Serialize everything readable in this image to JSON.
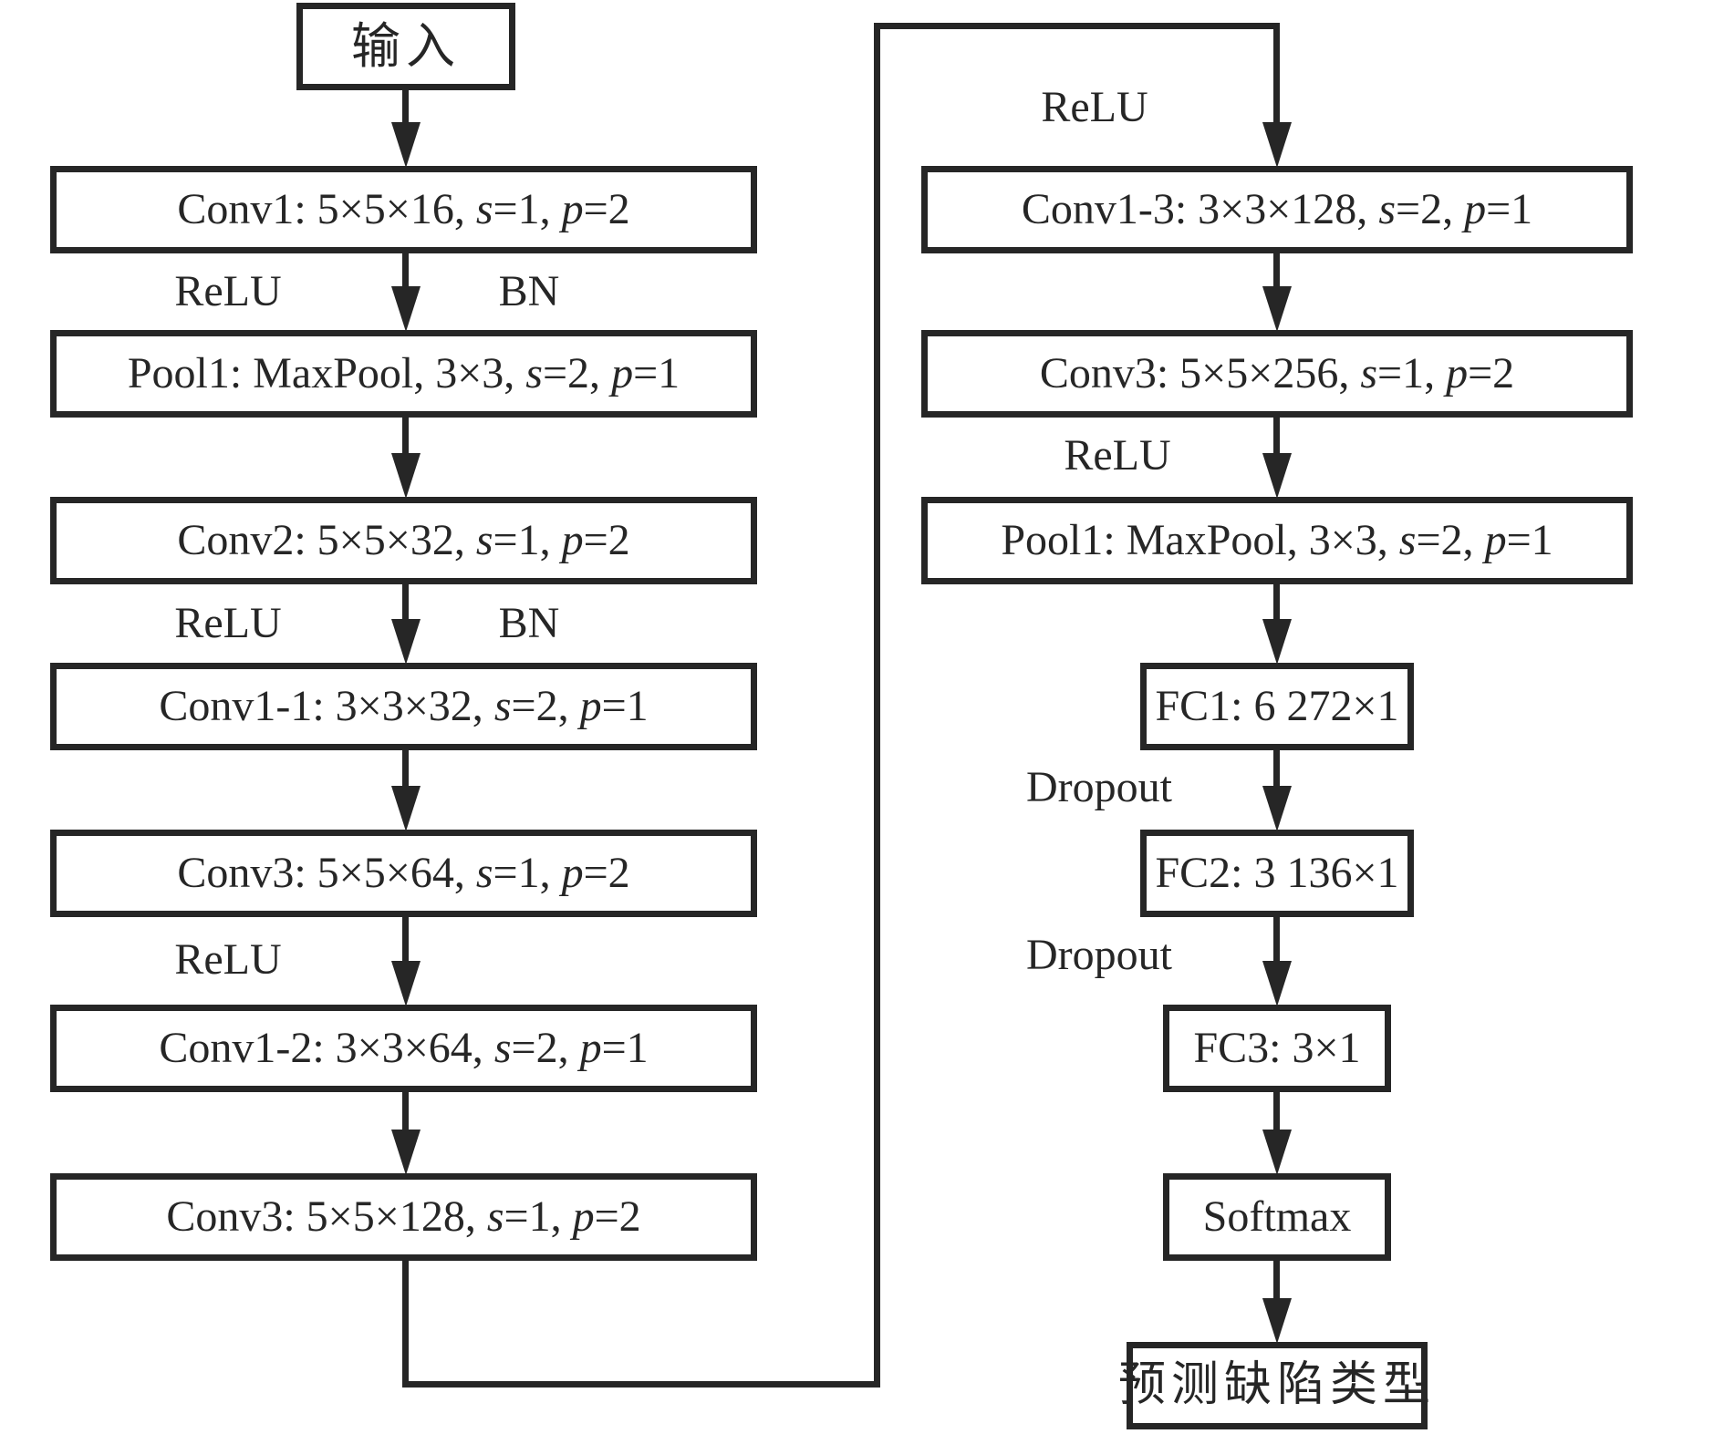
{
  "diagram": {
    "title_semantics": "CNN defect-classification architecture flowchart",
    "colors": {
      "ink": "#262626",
      "background": "#ffffff"
    },
    "input_label": "输入",
    "output_label": "预测缺陷类型",
    "left": {
      "boxes": [
        "Conv1: 5×5×16, s=1, p=2",
        "Pool1: MaxPool, 3×3, s=2, p=1",
        "Conv2: 5×5×32, s=1, p=2",
        "Conv1-1: 3×3×32, s=2, p=1",
        "Conv3: 5×5×64, s=1, p=2",
        "Conv1-2: 3×3×64, s=2, p=1",
        "Conv3: 5×5×128, s=1, p=2"
      ],
      "labels": {
        "relu1": "ReLU",
        "bn1": "BN",
        "relu2": "ReLU",
        "bn2": "BN",
        "relu3": "ReLU"
      }
    },
    "right": {
      "boxes": [
        "Conv1-3: 3×3×128, s=2, p=1",
        "Conv3: 5×5×256, s=1, p=2",
        "Pool1: MaxPool, 3×3, s=2, p=1",
        "FC1: 6 272×1",
        "FC2: 3 136×1",
        "FC3: 3×1",
        "Softmax"
      ],
      "labels": {
        "relu_skip": "ReLU",
        "relu_mid": "ReLU",
        "dropout1": "Dropout",
        "dropout2": "Dropout"
      }
    }
  }
}
